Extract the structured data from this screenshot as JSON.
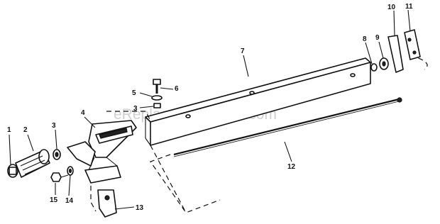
{
  "watermark": "eReplacementParts.com",
  "labels": {
    "n1": "1",
    "n2": "2",
    "n3a": "3",
    "n3b": "3",
    "n4": "4",
    "n5": "5",
    "n6": "6",
    "n7": "7",
    "n8": "8",
    "n9": "9",
    "n10": "10",
    "n11": "11",
    "n12": "12",
    "n13": "13",
    "n14": "14",
    "n15": "15"
  }
}
